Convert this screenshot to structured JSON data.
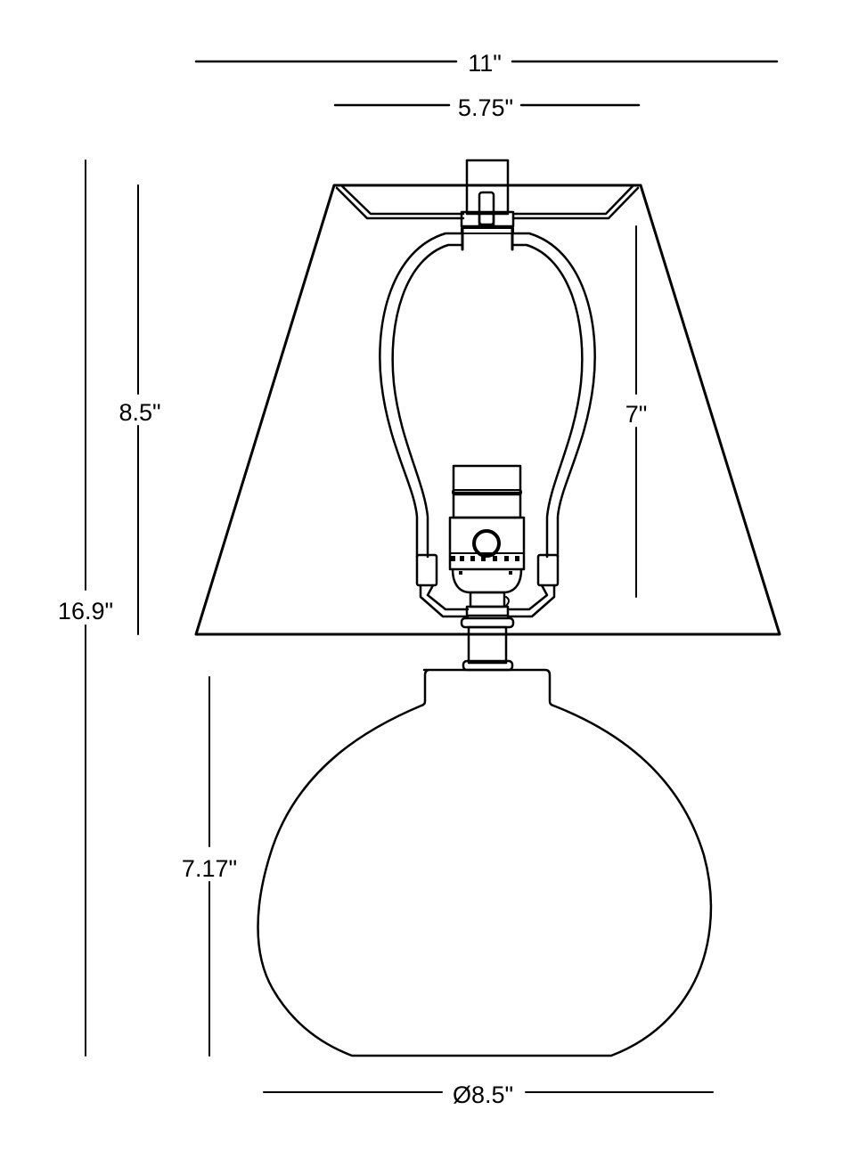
{
  "diagram": {
    "subject": "table lamp dimension drawing",
    "stroke_color": "#000000",
    "background_color": "#ffffff"
  },
  "dimensions": {
    "shade_bottom_width": "11\"",
    "shade_top_width": "5.75\"",
    "overall_height": "16.9\"",
    "shade_height": "8.5\"",
    "harp_height": "7\"",
    "base_height": "7.17\"",
    "base_diameter": "Ø8.5\""
  }
}
